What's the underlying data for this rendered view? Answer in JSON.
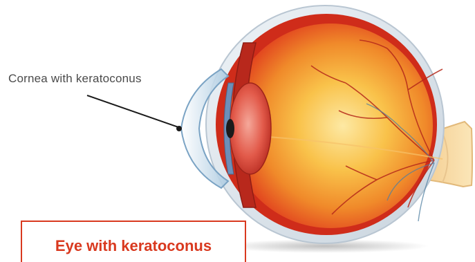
{
  "labels": {
    "cornea_callout": "Cornea with keratoconus"
  },
  "caption": {
    "title": "Eye with keratoconus"
  },
  "colors": {
    "accent": "#d9391f",
    "label_text": "#4a4a4a",
    "sclera": "#dfe7ee",
    "retina_inner": "#fbe08a",
    "retina_outer": "#d92e1b",
    "vessel": "#b5281a"
  },
  "icons": {
    "pointer_dot": "callout-dot"
  }
}
